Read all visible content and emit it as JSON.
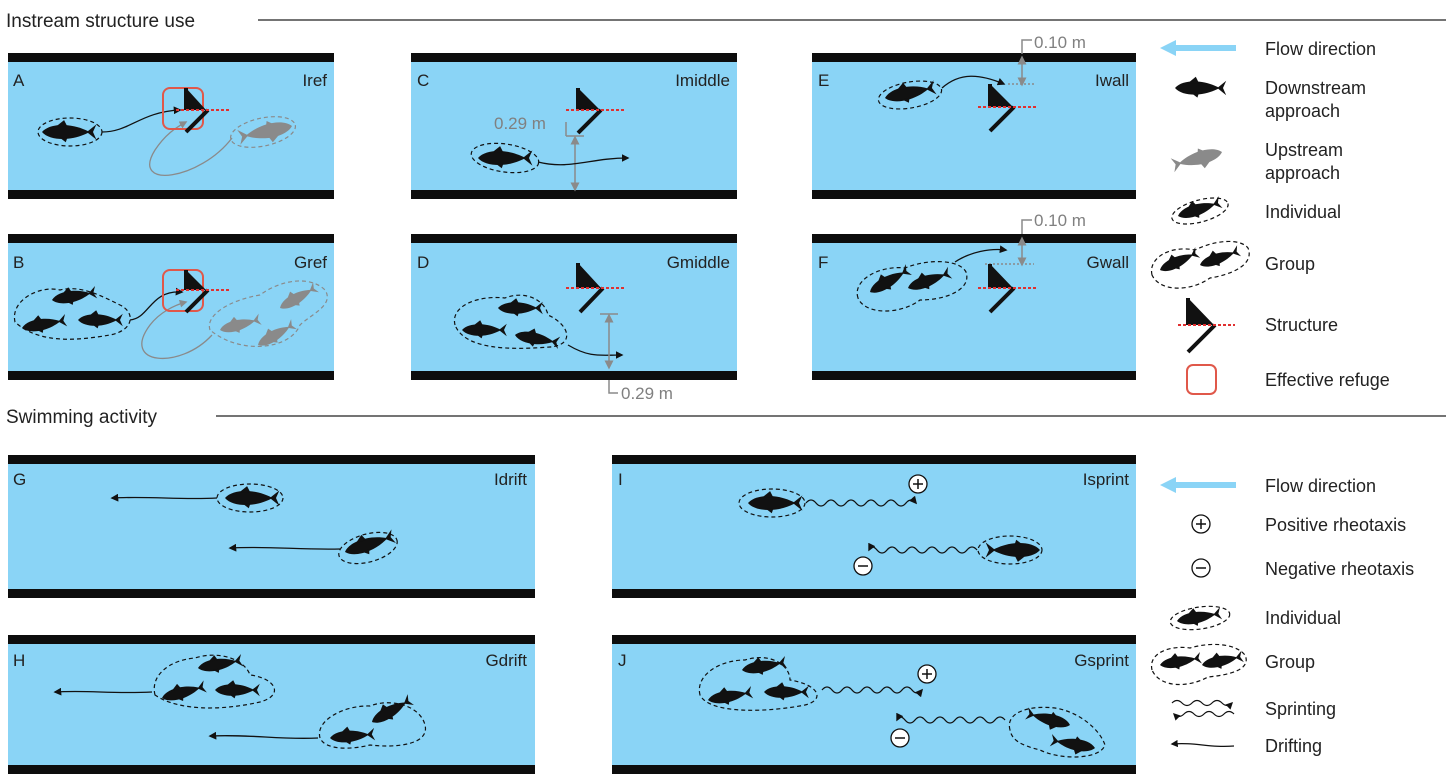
{
  "sections": {
    "structure_use": "Instream structure use",
    "swimming_activity": "Swimming activity"
  },
  "panels": {
    "A": {
      "letter": "A",
      "title": "Iref"
    },
    "B": {
      "letter": "B",
      "title": "Gref"
    },
    "C": {
      "letter": "C",
      "title": "Imiddle"
    },
    "D": {
      "letter": "D",
      "title": "Gmiddle"
    },
    "E": {
      "letter": "E",
      "title": "Iwall"
    },
    "F": {
      "letter": "F",
      "title": "Gwall"
    },
    "G": {
      "letter": "G",
      "title": "Idrift"
    },
    "H": {
      "letter": "H",
      "title": "Gdrift"
    },
    "I": {
      "letter": "I",
      "title": "Isprint"
    },
    "J": {
      "letter": "J",
      "title": "Gsprint"
    }
  },
  "dimensions": {
    "c_dist": "0.29 m",
    "d_dist": "0.29 m",
    "e_dist": "0.10 m",
    "f_dist": "0.10 m"
  },
  "legend1": {
    "flow": "Flow direction",
    "downstream_1": "Downstream",
    "downstream_2": "approach",
    "upstream_1": "Upstream",
    "upstream_2": "approach",
    "individual": "Individual",
    "group": "Group",
    "structure": "Structure",
    "refuge": "Effective refuge"
  },
  "legend2": {
    "flow": "Flow direction",
    "positive": "Positive rheotaxis",
    "negative": "Negative rheotaxis",
    "individual": "Individual",
    "group": "Group",
    "sprinting": "Sprinting",
    "drifting": "Drifting"
  },
  "colors": {
    "water": "#8ad4f6",
    "wall": "#0d0d0d",
    "fish_down": "#111111",
    "fish_up": "#8a8a8a",
    "refuge": "#e0584a",
    "structure_line": "#e03030",
    "flow_arrow": "#8ad4f6"
  }
}
